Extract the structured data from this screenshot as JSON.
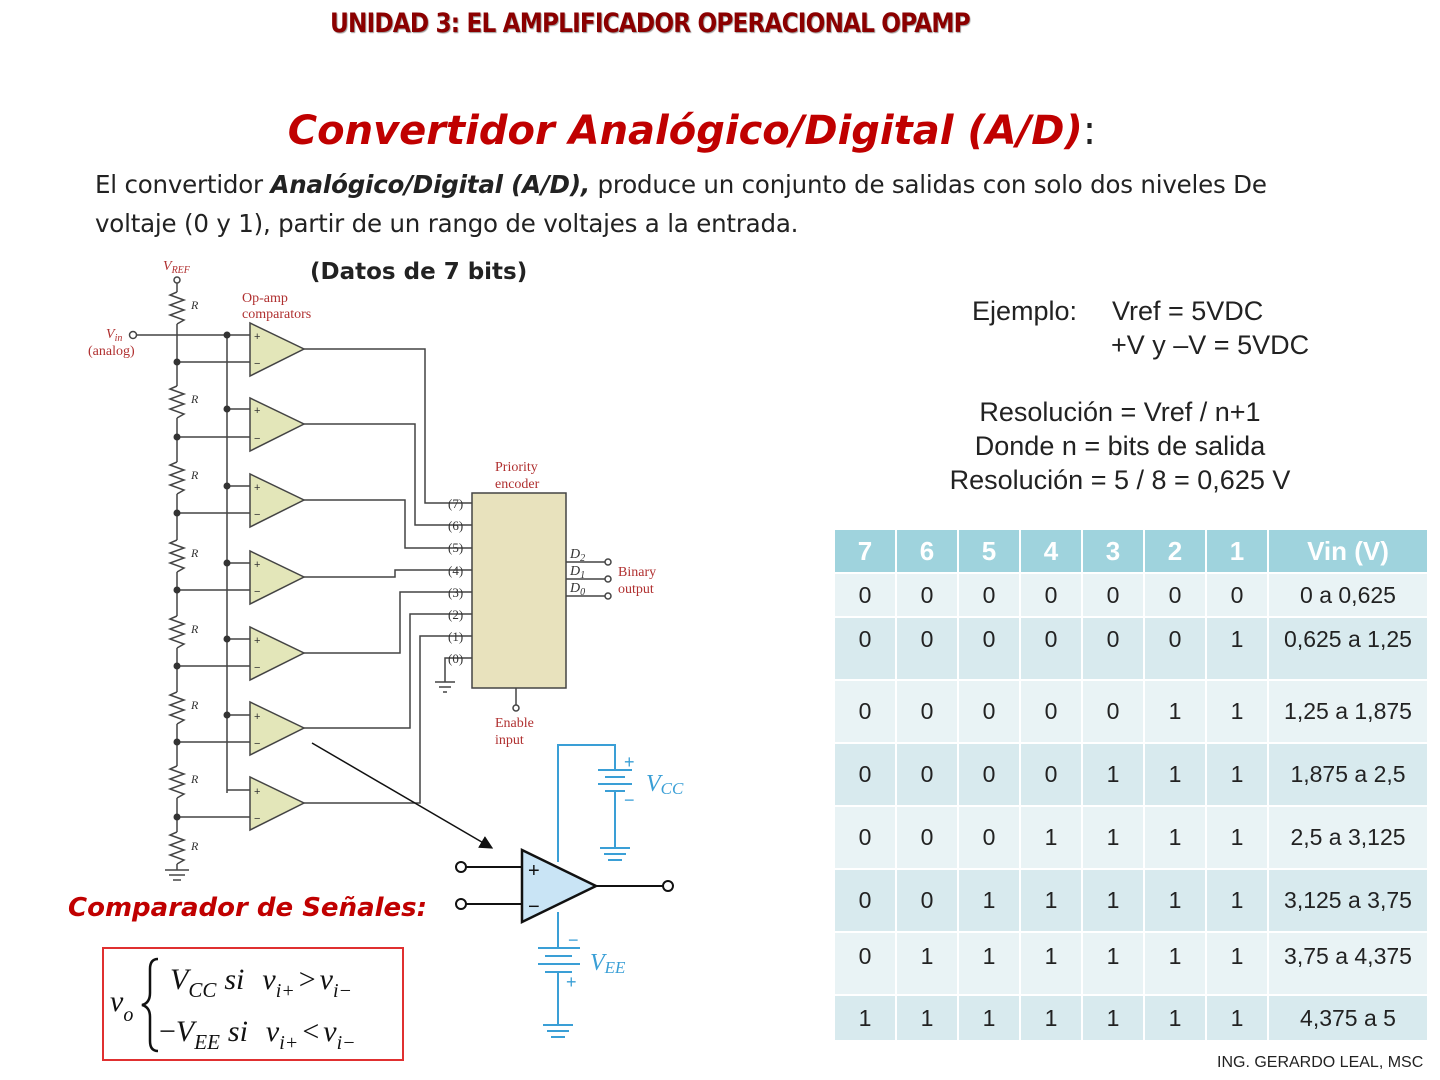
{
  "header": "UNIDAD 3: EL AMPLIFICADOR OPERACIONAL OPAMP",
  "title": "Convertidor Analógico/Digital (A/D)",
  "title_colon": ":",
  "intro": {
    "part1": "El convertidor ",
    "bold": "Analógico/Digital (A/D),",
    "part2": " produce un conjunto de salidas con solo dos niveles De voltaje (0 y 1), partir de un rango de voltajes a la entrada."
  },
  "bits_label": "(Datos de 7 bits)",
  "circuit": {
    "vref": "V",
    "vref_sub": "REF",
    "resistor": "R",
    "vin": "V",
    "vin_sub": "in",
    "vin_note": "(analog)",
    "opamp_label_1": "Op-amp",
    "opamp_label_2": "comparators",
    "encoder_label_1": "Priority",
    "encoder_label_2": "encoder",
    "inputs": [
      "(7)",
      "(6)",
      "(5)",
      "(4)",
      "(3)",
      "(2)",
      "(1)",
      "(0)"
    ],
    "outputs": [
      {
        "d": "D",
        "sub": "2"
      },
      {
        "d": "D",
        "sub": "1"
      },
      {
        "d": "D",
        "sub": "0"
      }
    ],
    "binary_1": "Binary",
    "binary_2": "output",
    "enable_1": "Enable",
    "enable_2": "input",
    "vcc": "V",
    "vcc_sub": "CC",
    "vee": "V",
    "vee_sub": "EE",
    "plus": "+",
    "minus": "−"
  },
  "comparator_title": "Comparador de Señales:",
  "formula": {
    "vo": "v",
    "vo_sub": "o",
    "line1": {
      "v": "V",
      "sub": "CC",
      "si": "si",
      "vp": "v",
      "vp_sub": "i+",
      "op": ">",
      "vm": "v",
      "vm_sub": "i−"
    },
    "line2": {
      "neg": "−",
      "v": "V",
      "sub": "EE",
      "si": "si",
      "vp": "v",
      "vp_sub": "i+",
      "op": "<",
      "vm": "v",
      "vm_sub": "i−"
    }
  },
  "example": {
    "label": "Ejemplo:",
    "line1": "Vref = 5VDC",
    "line2": "+V y –V = 5VDC"
  },
  "resolution": {
    "line1": "Resolución = Vref / n+1",
    "line2": "Donde n = bits de salida",
    "line3": "Resolución = 5 / 8 = 0,625 V"
  },
  "table": {
    "headers": [
      "7",
      "6",
      "5",
      "4",
      "3",
      "2",
      "1",
      "Vin (V)"
    ],
    "rows": [
      [
        "0",
        "0",
        "0",
        "0",
        "0",
        "0",
        "0",
        "0 a 0,625"
      ],
      [
        "0",
        "0",
        "0",
        "0",
        "0",
        "0",
        "1",
        "0,625 a 1,25"
      ],
      [
        "0",
        "0",
        "0",
        "0",
        "0",
        "1",
        "1",
        "1,25 a 1,875"
      ],
      [
        "0",
        "0",
        "0",
        "0",
        "1",
        "1",
        "1",
        "1,875 a 2,5"
      ],
      [
        "0",
        "0",
        "0",
        "1",
        "1",
        "1",
        "1",
        "2,5 a 3,125"
      ],
      [
        "0",
        "0",
        "1",
        "1",
        "1",
        "1",
        "1",
        "3,125 a 3,75"
      ],
      [
        "0",
        "1",
        "1",
        "1",
        "1",
        "1",
        "1",
        "3,75 a 4,375"
      ],
      [
        "1",
        "1",
        "1",
        "1",
        "1",
        "1",
        "1",
        "4,375 a 5"
      ]
    ]
  },
  "footer": "ING. GERARDO LEAL, MSC",
  "colors": {
    "title_red": "#c00000",
    "header_red": "#8b0000",
    "table_header": "#9fd3dd",
    "opamp_fill": "#e3e6b9",
    "encoder_fill": "#e8e2bd",
    "power_blue": "#3a9fd6"
  }
}
